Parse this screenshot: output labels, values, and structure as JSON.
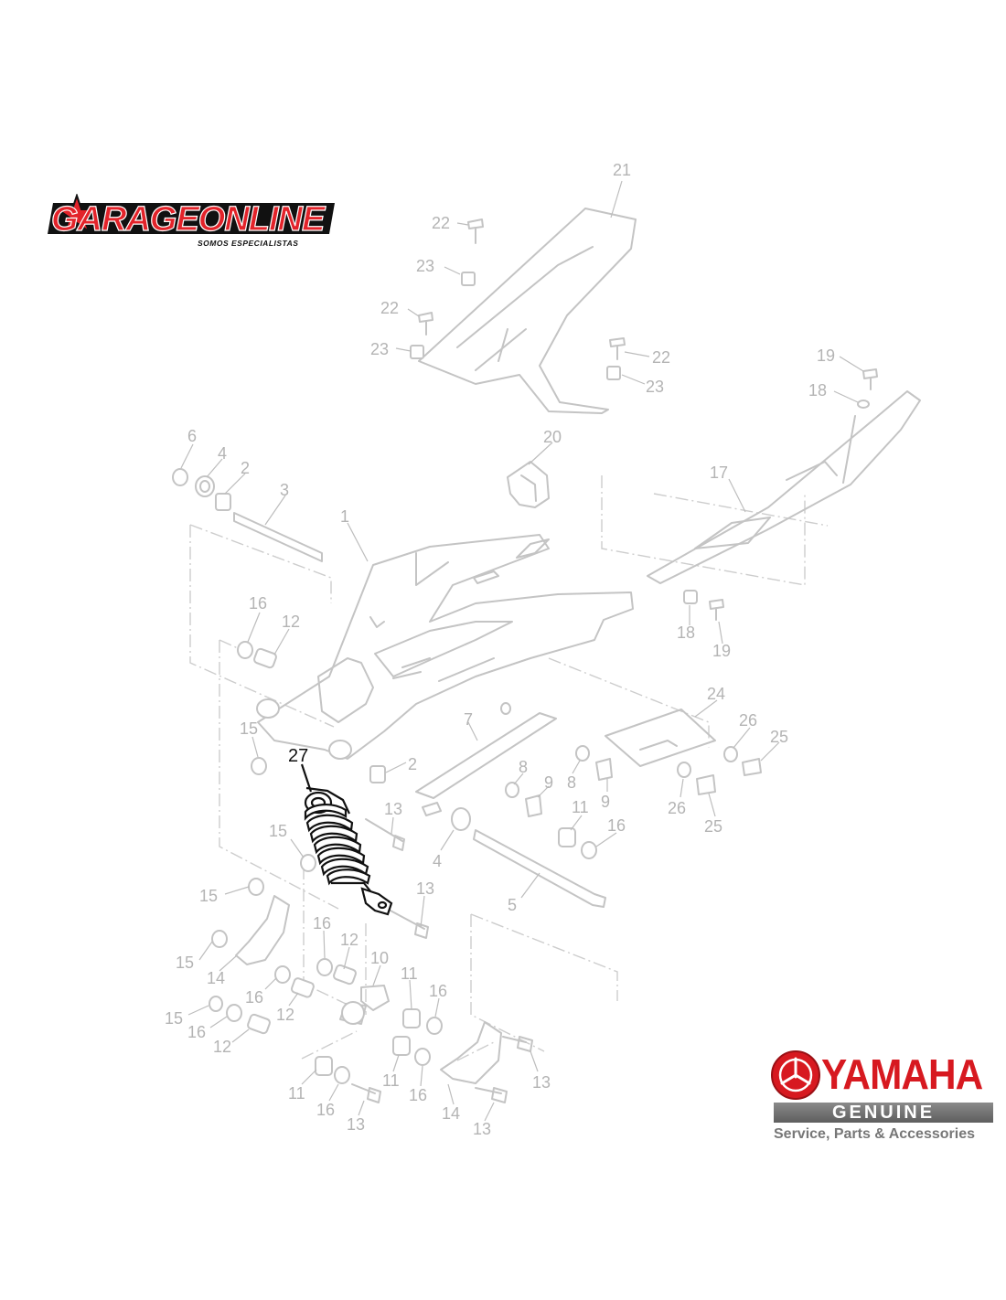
{
  "logos": {
    "garage_brand": "GARAGEONLINE",
    "garage_tagline": "SOMOS ESPECIALISTAS",
    "yamaha_word": "YAMAHA",
    "yamaha_genuine": "GENUINE",
    "yamaha_service_line": "Service, Parts & Accessories"
  },
  "colors": {
    "highlight": "#111111",
    "faded_parts": "#c4c4c4",
    "yamaha_red": "#d71920",
    "garage_red": "#e3232a"
  },
  "highlighted_part": "27",
  "callouts": [
    {
      "id": "c21",
      "text": "21"
    },
    {
      "id": "c22a",
      "text": "22"
    },
    {
      "id": "c23a",
      "text": "23"
    },
    {
      "id": "c22b",
      "text": "22"
    },
    {
      "id": "c23b",
      "text": "23"
    },
    {
      "id": "c22c",
      "text": "22"
    },
    {
      "id": "c23c",
      "text": "23"
    },
    {
      "id": "c19a",
      "text": "19"
    },
    {
      "id": "c18a",
      "text": "18"
    },
    {
      "id": "c6",
      "text": "6"
    },
    {
      "id": "c4a",
      "text": "4"
    },
    {
      "id": "c2a",
      "text": "2"
    },
    {
      "id": "c3",
      "text": "3"
    },
    {
      "id": "c20",
      "text": "20"
    },
    {
      "id": "c17",
      "text": "17"
    },
    {
      "id": "c1",
      "text": "1"
    },
    {
      "id": "c16a",
      "text": "16"
    },
    {
      "id": "c12a",
      "text": "12"
    },
    {
      "id": "c18b",
      "text": "18"
    },
    {
      "id": "c19b",
      "text": "19"
    },
    {
      "id": "c24",
      "text": "24"
    },
    {
      "id": "c26a",
      "text": "26"
    },
    {
      "id": "c25a",
      "text": "25"
    },
    {
      "id": "c15a",
      "text": "15"
    },
    {
      "id": "c27",
      "text": "27"
    },
    {
      "id": "c2b",
      "text": "2"
    },
    {
      "id": "c7",
      "text": "7"
    },
    {
      "id": "c8a",
      "text": "8"
    },
    {
      "id": "c9a",
      "text": "9"
    },
    {
      "id": "c8b",
      "text": "8"
    },
    {
      "id": "c9b",
      "text": "9"
    },
    {
      "id": "c26b",
      "text": "26"
    },
    {
      "id": "c25b",
      "text": "25"
    },
    {
      "id": "c13a",
      "text": "13"
    },
    {
      "id": "c11a",
      "text": "11"
    },
    {
      "id": "c16b",
      "text": "16"
    },
    {
      "id": "c15b",
      "text": "15"
    },
    {
      "id": "c4b",
      "text": "4"
    },
    {
      "id": "c5",
      "text": "5"
    },
    {
      "id": "c13b",
      "text": "13"
    },
    {
      "id": "c15c",
      "text": "15"
    },
    {
      "id": "c16c",
      "text": "16"
    },
    {
      "id": "c12b",
      "text": "12"
    },
    {
      "id": "c10",
      "text": "10"
    },
    {
      "id": "c15d",
      "text": "15"
    },
    {
      "id": "c14a",
      "text": "14"
    },
    {
      "id": "c11b",
      "text": "11"
    },
    {
      "id": "c16d",
      "text": "16"
    },
    {
      "id": "c16e",
      "text": "16"
    },
    {
      "id": "c12c",
      "text": "12"
    },
    {
      "id": "c15e",
      "text": "15"
    },
    {
      "id": "c16f",
      "text": "16"
    },
    {
      "id": "c12d",
      "text": "12"
    },
    {
      "id": "c13c",
      "text": "13"
    },
    {
      "id": "c11c",
      "text": "11"
    },
    {
      "id": "c11d",
      "text": "11"
    },
    {
      "id": "c16g",
      "text": "16"
    },
    {
      "id": "c16h",
      "text": "16"
    },
    {
      "id": "c14b",
      "text": "14"
    },
    {
      "id": "c13d",
      "text": "13"
    },
    {
      "id": "c13e",
      "text": "13"
    }
  ]
}
